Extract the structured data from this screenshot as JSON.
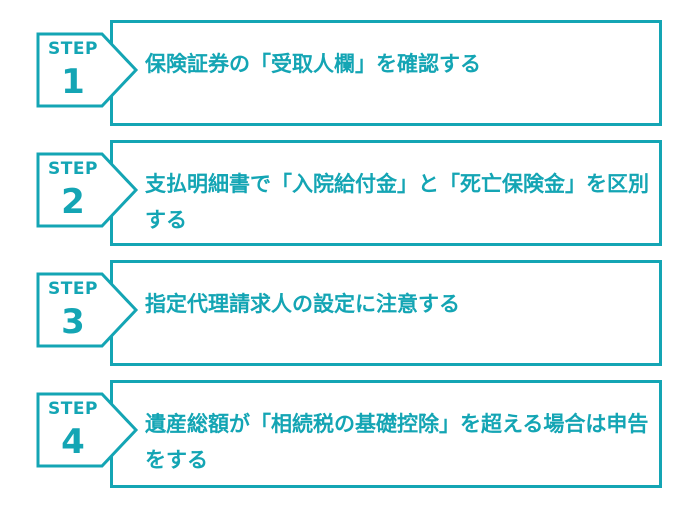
{
  "accent_color": "#14a5b4",
  "steps": [
    {
      "label": "STEP",
      "number": "1",
      "text": "保険証券の「受取人欄」を確認する"
    },
    {
      "label": "STEP",
      "number": "2",
      "text": "支払明細書で「入院給付金」と「死亡保険金」を区別する"
    },
    {
      "label": "STEP",
      "number": "3",
      "text": "指定代理請求人の設定に注意する"
    },
    {
      "label": "STEP",
      "number": "4",
      "text": "遺産総額が「相続税の基礎控除」を超える場合は申告をする"
    }
  ]
}
